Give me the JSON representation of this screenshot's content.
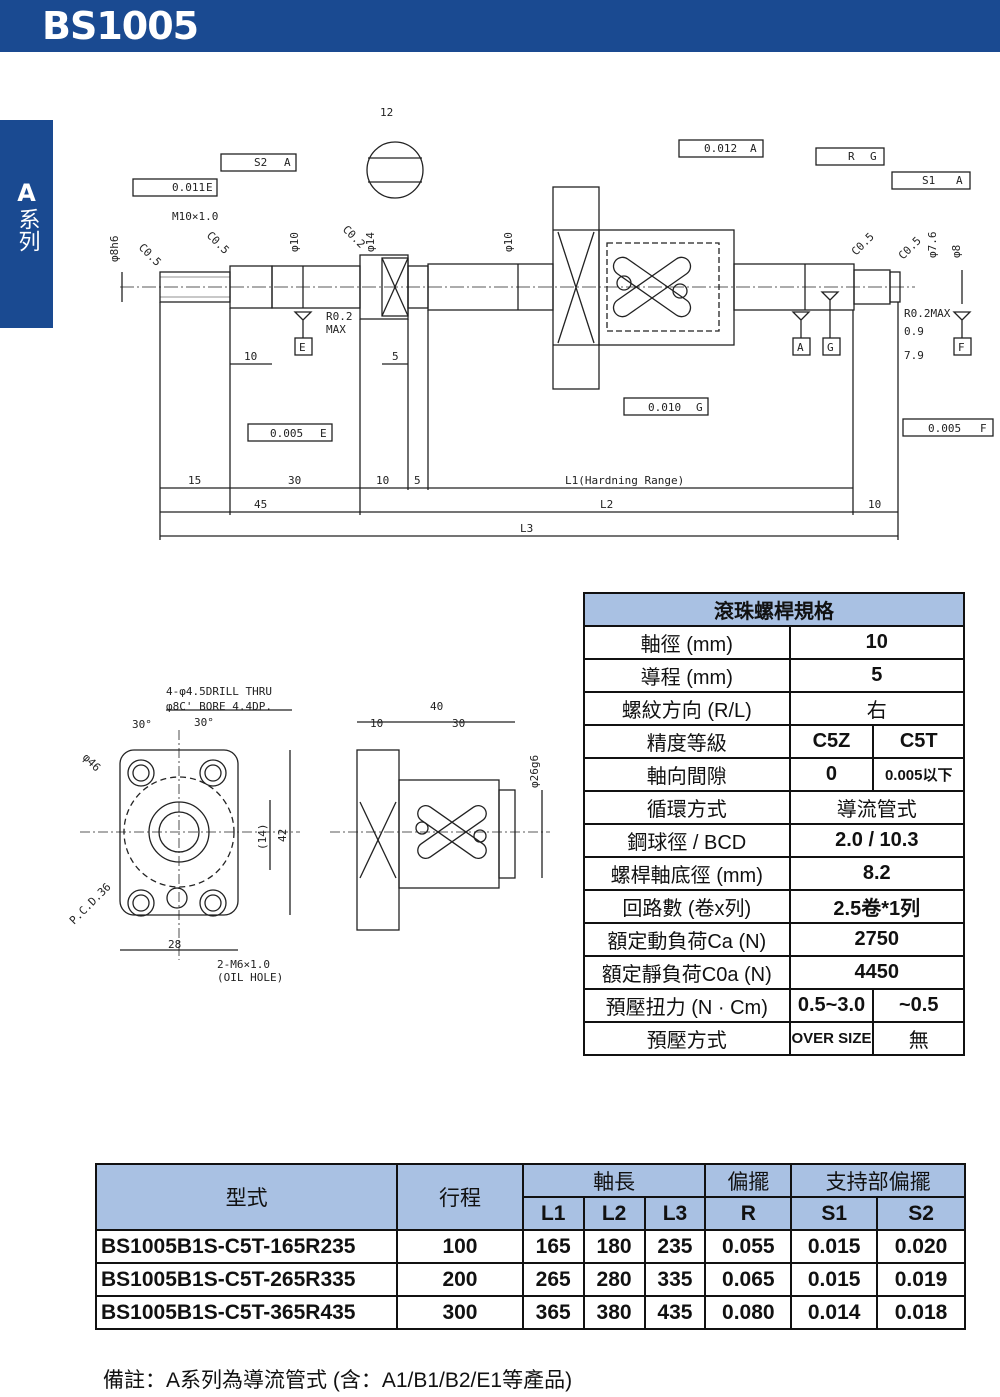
{
  "header": {
    "title": "BS1005",
    "bg_color": "#1a4a91"
  },
  "side_tab": {
    "letter": "A",
    "text": "系列"
  },
  "drawing": {
    "labels": {
      "s2": "S2",
      "a": "A",
      "e": "E",
      "g": "G",
      "f": "F",
      "r": "R",
      "s1": "S1",
      "tol_0011": "0.011",
      "tol_0012": "0.012",
      "tol_0010": "0.010",
      "tol_0005": "0.005",
      "m10": "M10×1.0",
      "phi8": "φ8h6",
      "phi10_tol": "φ10",
      "phi10": "φ10",
      "phi14": "φ14",
      "c05": "C0.5",
      "c02": "C0.2",
      "r02": "R0.2",
      "max": "MAX",
      "r02max": "R0.2MAX",
      "dim09": "0.9",
      "dim79": "7.9",
      "phi76": "φ7.6",
      "phi8b": "φ8",
      "w12": "12",
      "d10": "10",
      "d5": "5",
      "d15": "15",
      "d30": "30",
      "d10b": "10",
      "d5b": "5",
      "l1": "L1(Hardning Range)",
      "d45": "45",
      "l2": "L2",
      "d10c": "10",
      "l3": "L3",
      "drill": "4-φ4.5DRILL THRU",
      "bore": "φ8C' BORE 4.4DP.",
      "ang30a": "30°",
      "ang30b": "30°",
      "phi46": "φ46",
      "pcd": "P.C.D.36",
      "d28": "28",
      "d42": "42",
      "d14p": "(14)",
      "oil1": "2-M6×1.0",
      "oil2": "(OIL HOLE)",
      "d40": "40",
      "d10s": "10",
      "d30s": "30",
      "phi26": "φ26g6"
    }
  },
  "spec": {
    "title": "滾珠螺桿規格",
    "rows": [
      {
        "label": "軸徑 (mm)",
        "value": "10"
      },
      {
        "label": "導程 (mm)",
        "value": "5"
      },
      {
        "label": "螺紋方向 (R/L)",
        "value": "右"
      },
      {
        "label": "精度等級",
        "v1": "C5Z",
        "v2": "C5T"
      },
      {
        "label": "軸向間隙",
        "v1": "0",
        "v2": "0.005以下"
      },
      {
        "label": "循環方式",
        "value": "導流管式"
      },
      {
        "label": "鋼球徑 / BCD",
        "value": "2.0 / 10.3"
      },
      {
        "label": "螺桿軸底徑 (mm)",
        "value": "8.2"
      },
      {
        "label": "回路數 (卷x列)",
        "value": "2.5卷*1列"
      },
      {
        "label": "額定動負荷Ca (N)",
        "value": "2750"
      },
      {
        "label": "額定靜負荷C0a (N)",
        "value": "4450"
      },
      {
        "label": "預壓扭力 (N · Cm)",
        "v1": "0.5~3.0",
        "v2": "~0.5"
      },
      {
        "label": "預壓方式",
        "v1": "OVER SIZE",
        "v2": "無"
      }
    ]
  },
  "model_table": {
    "headers": {
      "model": "型式",
      "stroke": "行程",
      "axis": "軸長",
      "l1": "L1",
      "l2": "L2",
      "l3": "L3",
      "runout": "偏擺",
      "r": "R",
      "support": "支持部偏擺",
      "s1": "S1",
      "s2": "S2"
    },
    "rows": [
      {
        "model": "BS1005B1S-C5T-165R235",
        "stroke": "100",
        "l1": "165",
        "l2": "180",
        "l3": "235",
        "r": "0.055",
        "s1": "0.015",
        "s2": "0.020"
      },
      {
        "model": "BS1005B1S-C5T-265R335",
        "stroke": "200",
        "l1": "265",
        "l2": "280",
        "l3": "335",
        "r": "0.065",
        "s1": "0.015",
        "s2": "0.019"
      },
      {
        "model": "BS1005B1S-C5T-365R435",
        "stroke": "300",
        "l1": "365",
        "l2": "380",
        "l3": "435",
        "r": "0.080",
        "s1": "0.014",
        "s2": "0.018"
      }
    ]
  },
  "note": "備註：A系列為導流管式 (含：A1/B1/B2/E1等產品)"
}
